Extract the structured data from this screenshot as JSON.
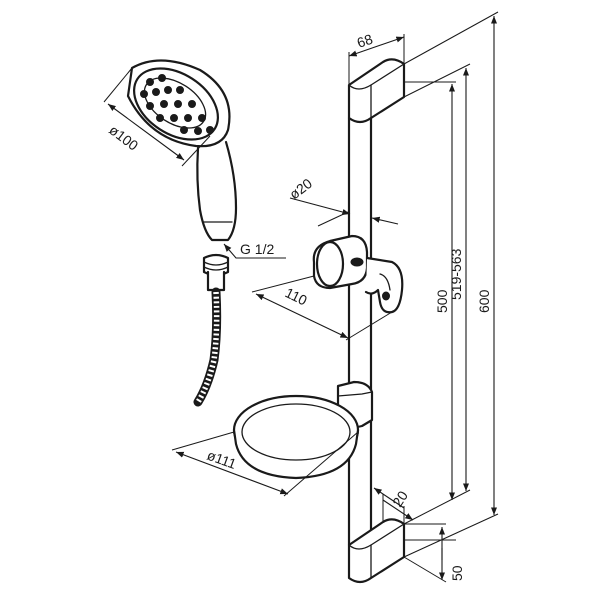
{
  "dimensions": {
    "bar_width": "68",
    "hand_shower_diameter": "ø100",
    "bar_diameter": "ø20",
    "thread": "G 1/2",
    "holder_length": "110",
    "soap_dish_diameter": "ø111",
    "bracket_spacing": "500",
    "adjustable_range": "519-563",
    "total_height": "600",
    "wall_offset": "20",
    "bracket_height": "50"
  }
}
